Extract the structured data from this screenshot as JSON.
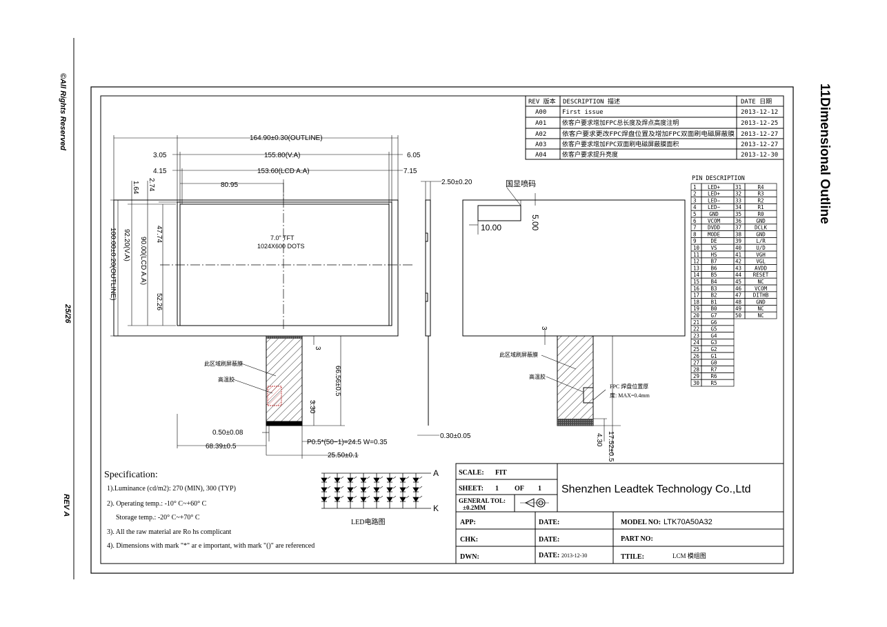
{
  "margin": {
    "copyright": "©All Rights Reserved",
    "page": "25/26",
    "rev": "REV A",
    "section_title": "11Dimensional Outline"
  },
  "rev_table": {
    "headers": [
      "REV 版本",
      "DESCRIPTION 描述",
      "DATE 日期"
    ],
    "rows": [
      {
        "rev": "A00",
        "desc": "First issue",
        "date": "2013-12-12"
      },
      {
        "rev": "A01",
        "desc": "依客户要求增加FPC总长度及焊点高度注明",
        "date": "2013-12-25"
      },
      {
        "rev": "A02",
        "desc": "依客户要求更改FPC焊盘位置及增加FPC双面刷电磁屏蔽膜",
        "date": "2013-12-27"
      },
      {
        "rev": "A03",
        "desc": "依客户要求增加FPC双面刷电磁屏蔽膜面积",
        "date": "2013-12-27"
      },
      {
        "rev": "A04",
        "desc": "依客户要求提升亮度",
        "date": "2013-12-30"
      }
    ]
  },
  "pin_table": {
    "title": "PIN DESCRIPTION",
    "left": [
      [
        "1",
        "LED+"
      ],
      [
        "2",
        "LED+"
      ],
      [
        "3",
        "LED−"
      ],
      [
        "4",
        "LED−"
      ],
      [
        "5",
        "GND"
      ],
      [
        "6",
        "VCOM"
      ],
      [
        "7",
        "DVDD"
      ],
      [
        "8",
        "MODE"
      ],
      [
        "9",
        "DE"
      ],
      [
        "10",
        "VS"
      ],
      [
        "11",
        "HS"
      ],
      [
        "12",
        "B7"
      ],
      [
        "13",
        "B6"
      ],
      [
        "14",
        "B5"
      ],
      [
        "15",
        "B4"
      ],
      [
        "16",
        "B3"
      ],
      [
        "17",
        "B2"
      ],
      [
        "18",
        "B1"
      ],
      [
        "19",
        "B0"
      ],
      [
        "20",
        "G7"
      ],
      [
        "21",
        "G6"
      ],
      [
        "22",
        "G5"
      ],
      [
        "23",
        "G4"
      ],
      [
        "24",
        "G3"
      ],
      [
        "25",
        "G2"
      ],
      [
        "26",
        "G1"
      ],
      [
        "27",
        "G0"
      ],
      [
        "28",
        "R7"
      ],
      [
        "29",
        "R6"
      ],
      [
        "30",
        "R5"
      ]
    ],
    "right": [
      [
        "31",
        "R4"
      ],
      [
        "32",
        "R3"
      ],
      [
        "33",
        "R2"
      ],
      [
        "34",
        "R1"
      ],
      [
        "35",
        "R0"
      ],
      [
        "36",
        "GND"
      ],
      [
        "37",
        "DCLK"
      ],
      [
        "38",
        "GND"
      ],
      [
        "39",
        "L/R"
      ],
      [
        "40",
        "U/D"
      ],
      [
        "41",
        "VGH"
      ],
      [
        "42",
        "VGL"
      ],
      [
        "43",
        "AVDD"
      ],
      [
        "44",
        "RESET"
      ],
      [
        "45",
        "NC"
      ],
      [
        "46",
        "VCOM"
      ],
      [
        "47",
        "DITHB"
      ],
      [
        "48",
        "GND"
      ],
      [
        "49",
        "NC"
      ],
      [
        "50",
        "NC"
      ]
    ]
  },
  "front_view": {
    "dims": {
      "outline_w": "164.90±0.30(OUTLINE)",
      "va_w": "155.80(V.A)",
      "aa_w": "153.60(LCD A.A)",
      "off_left_1": "3.05",
      "off_left_2": "4.15",
      "off_right_1": "6.05",
      "off_right_2": "7.15",
      "center_x": "80.95",
      "off_top_1": "1.64",
      "off_top_2": "2.74",
      "outline_h": "100.00±0.20(OUTLINE)",
      "va_h": "92.20(V.A)",
      "aa_h": "90.00(LCD A.A)",
      "center_y_top": "47.74",
      "center_y_bot": "52.26",
      "fpc_len": "66.56±0.5",
      "fpc_gap": "3",
      "fpc_end": "3.30",
      "pin_w": "0.50±0.08",
      "fpc_pos": "68.39±0.5",
      "pitch": "P0.5*(50−1)=24.5  W=0.35",
      "fpc_w": "25.50±0.1"
    },
    "panel_label_1": "7.0\" TFT",
    "panel_label_2": "1024X600  DOTS",
    "note_shield": "此区域刷屏蔽膜",
    "note_tape": "高温胶"
  },
  "side_view": {
    "thickness": "2.50±0.20",
    "fpc_t": "0.30±0.05"
  },
  "back_view": {
    "label_code": "国显喷码",
    "dim_x": "10.00",
    "dim_y": "5.00",
    "dim_gap": "3",
    "note_shield": "此区域刷屏蔽膜",
    "note_tape": "高温胶",
    "note_fpc_1": "FPC 焊盘位置厚",
    "note_fpc_2": "度: MAX=0.4mm",
    "dim_fpc_t": "4.30",
    "dim_fpc_len": "17.52±0.5"
  },
  "spec": {
    "title": "Specification:",
    "lines": [
      "1).Luminance  (cd/m2): 270 (MIN), 300 (TYP)",
      "2). Operating temp.: -10° C~+60°          C",
      "Storage temp.: -20° C~+70° C",
      "3). All the raw material are Ro          hs complicant",
      "4). Dimensions with mark \"*\" ar          e important, with mark \"()\" are          referenced"
    ]
  },
  "led": {
    "anode": "A",
    "cathode": "K",
    "caption": "LED电路图"
  },
  "title_block": {
    "scale_label": "SCALE:",
    "scale_value": "FIT",
    "sheet_label": "SHEET:",
    "sheet_value": "1",
    "of_label": "OF",
    "sheet_total": "1",
    "tol_label": "GENERAL TOL:",
    "tol_value": "±0.2MM",
    "company": "Shenzhen Leadtek Technology Co.,Ltd",
    "app_label": "APP:",
    "chk_label": "CHK:",
    "dwn_label": "DWN:",
    "date_label": "DATE:",
    "date_value": "2013-12-30",
    "model_label": "MODEL NO:",
    "model_value": "LTK70A50A32",
    "part_label": "PART NO:",
    "title_label": "TTILE:",
    "title_value": "LCM 模组图"
  }
}
